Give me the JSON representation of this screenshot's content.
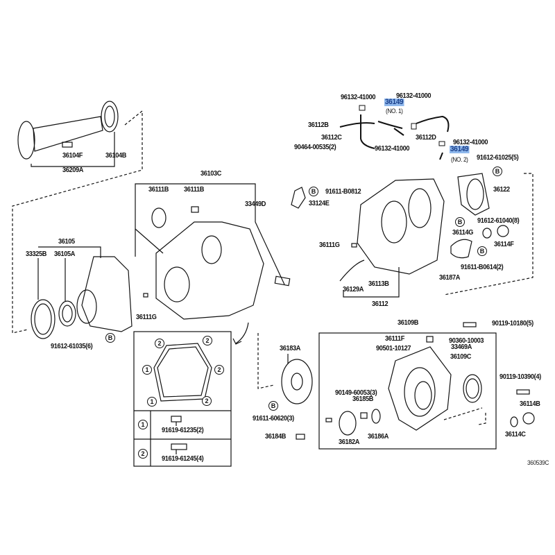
{
  "diagram_code": "360539C",
  "labels": [
    "96132-41000",
    "96132-41000",
    "36149",
    "(NO. 1)",
    "36112B",
    "36112C",
    "90464-00535(2)",
    "96132-41000",
    "36112D",
    "96132-41000",
    "36149",
    "(NO. 2)",
    "91612-61025(5)",
    "36122",
    "91611-B0812",
    "33124E",
    "91612-61040(8)",
    "36114G",
    "36114F",
    "36111G",
    "91611-B0614(2)",
    "36187A",
    "36113B",
    "36129A",
    "36112",
    "36109B",
    "90119-10180(5)",
    "36111F",
    "90360-10003",
    "90501-10127",
    "33469A",
    "36109C",
    "90119-10390(4)",
    "90149-60053(3)",
    "36185B",
    "36114B",
    "36114C",
    "36186A",
    "36182A",
    "36183A",
    "91611-60620(3)",
    "36184B",
    "91619-61235(2)",
    "91619-61245(4)",
    "36104F",
    "36104B",
    "36209A",
    "36103C",
    "36111B",
    "36111B",
    "33449D",
    "36105",
    "33325B",
    "36105A",
    "36111G",
    "91612-61035(6)"
  ],
  "markers": {
    "b": "B",
    "one": "1",
    "two": "2"
  },
  "highlight_color": "#8fb8ec"
}
